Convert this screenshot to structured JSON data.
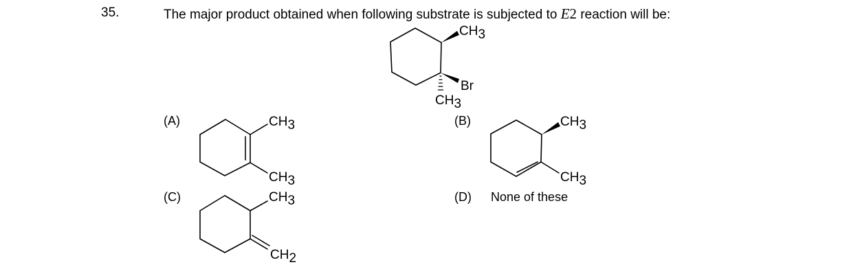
{
  "question": {
    "number": "35.",
    "stem_before": "The major product obtained when following substrate is subjected to ",
    "reaction_var": "E",
    "reaction_num": "2",
    "stem_after": " reaction will be:"
  },
  "substrate": {
    "top_group": "CH",
    "top_group_sub": "3",
    "leaving_group": "Br",
    "bottom_group": "CH",
    "bottom_group_sub": "3"
  },
  "options": [
    {
      "label": "(A)",
      "top": "CH",
      "top_sub": "3",
      "bottom": "CH",
      "bottom_sub": "3"
    },
    {
      "label": "(B)",
      "top": "CH",
      "top_sub": "3",
      "bottom": "CH",
      "bottom_sub": "3"
    },
    {
      "label": "(C)",
      "top": "CH",
      "top_sub": "3",
      "bottom": "CH",
      "bottom_sub": "2"
    },
    {
      "label": "(D)",
      "text": "None of these"
    }
  ]
}
